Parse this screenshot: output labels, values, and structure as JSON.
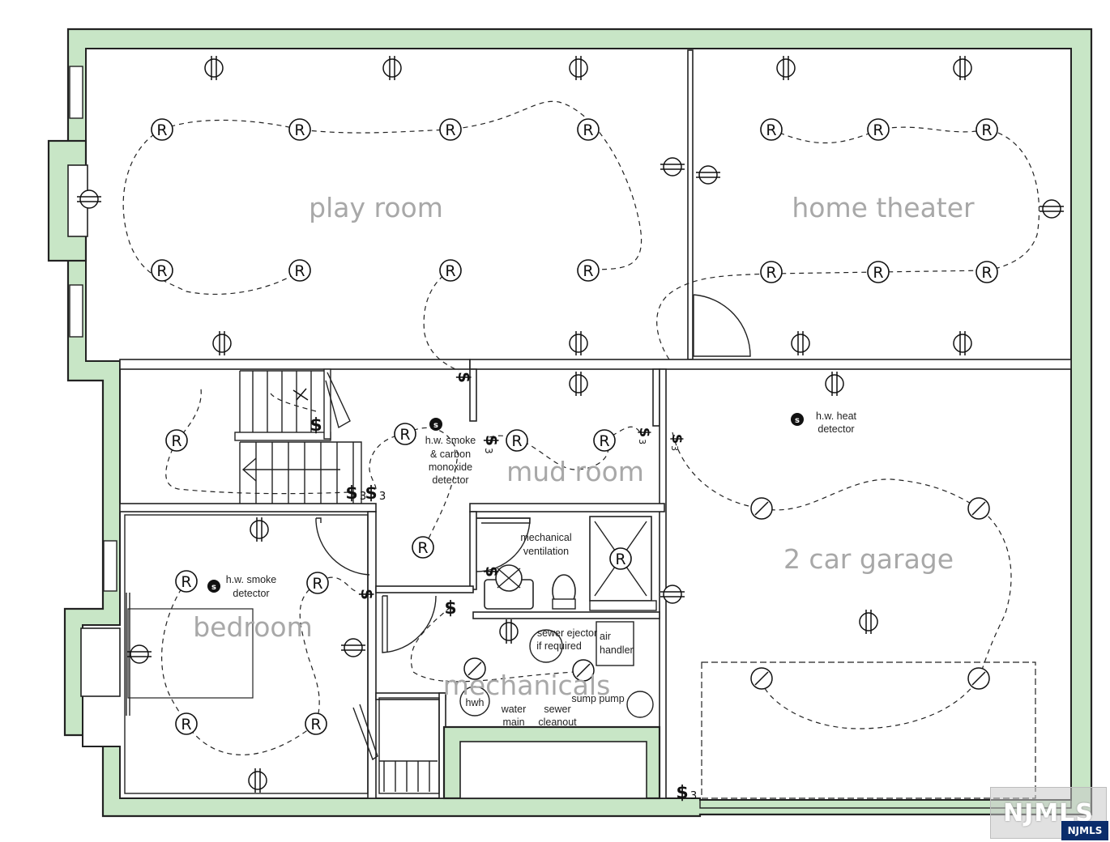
{
  "rooms": {
    "play_room": "play room",
    "home_theater": "home theater",
    "mud_room": "mud room",
    "garage": "2 car garage",
    "bedroom": "bedroom",
    "mechanicals": "mechanicals"
  },
  "notes": {
    "smoke_co": [
      "h.w. smoke",
      "& carbon",
      "monoxide",
      "detector"
    ],
    "heat": [
      "h.w. heat",
      "detector"
    ],
    "bedroom_smoke": [
      "h.w. smoke",
      "detector"
    ],
    "mech_vent": [
      "mechanical",
      "ventilation"
    ],
    "sewer_ejector": [
      "sewer ejector",
      "if required"
    ],
    "air_handler": [
      "air",
      "handler"
    ],
    "sump_pump": "sump pump",
    "hwh": "hwh",
    "water_main": [
      "water",
      "main"
    ],
    "sewer_cleanout": [
      "sewer",
      "cleanout"
    ]
  },
  "symbols": {
    "recessed": "R",
    "switch": "$",
    "three_way": "3",
    "smoke": "S"
  },
  "watermark": {
    "logo": "NJMLS",
    "badge": "NJMLS"
  },
  "colors": {
    "wall_fill": "#c8e6c6",
    "line": "#222222",
    "room_label": "#a8a8a8",
    "badge": "#0b2d6b"
  }
}
